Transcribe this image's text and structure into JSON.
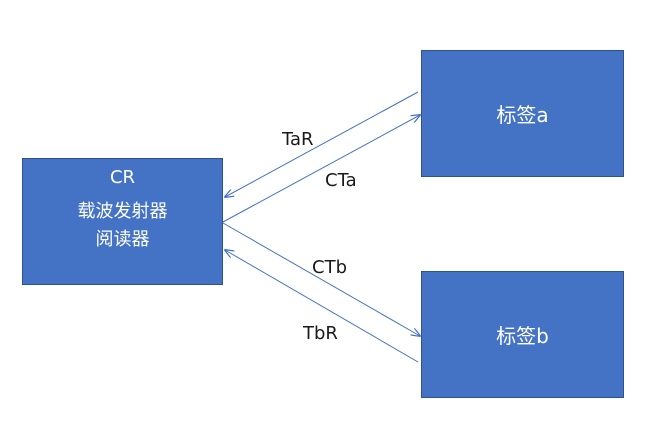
{
  "reader": {
    "code": "CR",
    "line1": "载波发射器",
    "line2": "阅读器"
  },
  "tags": {
    "a": "标签a",
    "b": "标签b"
  },
  "edges": {
    "tar": "TaR",
    "cta": "CTa",
    "ctb": "CTb",
    "tbr": "TbR"
  },
  "colors": {
    "box_fill": "#4472c4",
    "box_border": "#2f528f",
    "arrow": "#4472c4",
    "box_text": "#ffffff"
  }
}
